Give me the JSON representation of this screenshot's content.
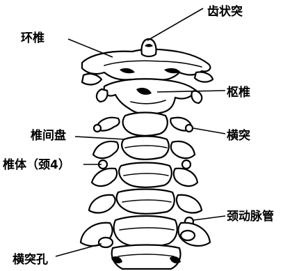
{
  "labels": {
    "dens": "齿状突",
    "atlas": "环椎",
    "axis": "枢椎",
    "transverse_process": "横突",
    "intervertebral_disc": "椎间盘",
    "vertebral_body": "椎体（颈4）",
    "carotid_sheath": "颈动脉管",
    "transverse_foramen": "横突孔"
  }
}
